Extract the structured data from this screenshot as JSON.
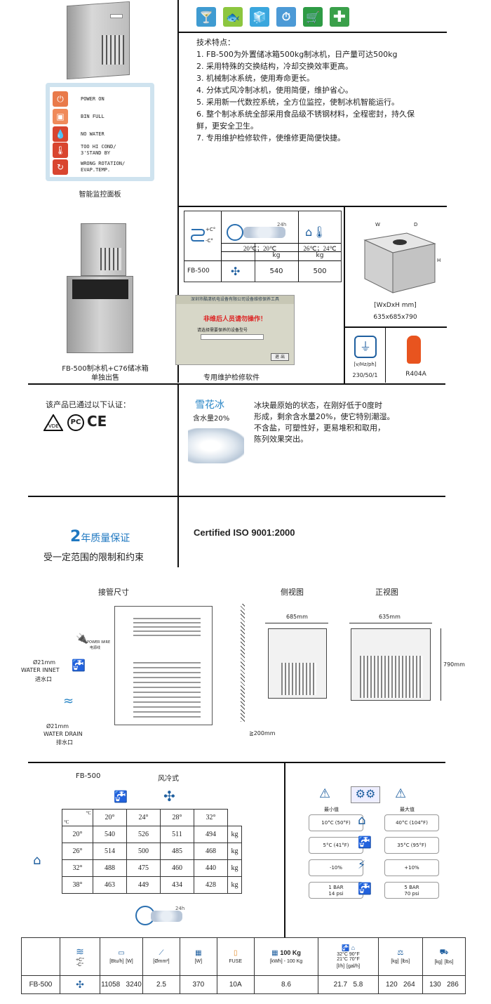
{
  "top_icons": [
    {
      "name": "cocktail-icon",
      "color": "#3f9bd1"
    },
    {
      "name": "fish-icon",
      "color": "#8cc63f"
    },
    {
      "name": "ice-bucket-icon",
      "color": "#3aa6dd"
    },
    {
      "name": "timer-icon",
      "color": "#4c9ad6"
    },
    {
      "name": "cart-icon",
      "color": "#2e9b45"
    },
    {
      "name": "medical-cross-icon",
      "color": "#3aa04a"
    }
  ],
  "features": {
    "heading": "技术特点：",
    "items": [
      "1. FB-500为外置储冰箱500kg制冰机，日产量可达500kg",
      "2. 采用特殊的交换结构，冷却交换效率更高。",
      "3. 机械制冰系统，使用寿命更长。",
      "4. 分体式风冷制冰机，使用简便，维护省心。",
      "5. 采用新一代数控系统，全方位监控，使制冰机智能运行。",
      "6. 整个制冰系统全部采用食品级不锈钢材料，全程密封，持久保",
      "鲜，更安全卫生。",
      "7. 专用维护检修软件，使维修更简便快捷。"
    ]
  },
  "panel": {
    "rows": [
      {
        "label": "POWER ON",
        "icon": "power-icon"
      },
      {
        "label": "BIN FULL",
        "icon": "bin-full-icon"
      },
      {
        "label": "NO WATER",
        "icon": "no-water-icon"
      },
      {
        "label": "TOO HI COND/",
        "label2": "3'STAND BY",
        "icon": "hot-cond-icon"
      },
      {
        "label": "WRONG ROTATION/",
        "label2": "EVAP.TEMP.",
        "icon": "rotation-icon"
      }
    ],
    "caption": "智能监控面板"
  },
  "machine_caption_1": "FB-500制冰机+C76储冰箱",
  "machine_caption_2": "单独出售",
  "spec_box": {
    "plus": "+C°",
    "minus": "-C°",
    "h24": "24h",
    "col1": "20℃；20℃",
    "col2": "26℃；24℃",
    "unit": "kg",
    "model": "FB-500",
    "v1": "540",
    "v2": "500"
  },
  "software": {
    "title": "深圳市酷漾机电设备有限公司设备维修保养工具",
    "warning": "非维后人员请勿操作！",
    "prompt": "请选择需要保养的设备型号",
    "btn": "退 出",
    "caption": "专用维护检修软件"
  },
  "dims": {
    "w": "W",
    "d": "D",
    "h": "H",
    "label": "[WxDxH mm]",
    "value": "635x685x790"
  },
  "power": {
    "label": "[v/Hz/ph]",
    "value": "230/50/1"
  },
  "refrigerant": "R404A",
  "cert": {
    "heading": "该产品已通过以下认证：",
    "ce": "CE"
  },
  "snow_ice": {
    "title": "雪花冰",
    "water": "含水量20%",
    "desc": [
      "冰块最原始的状态，在刚好低于0度时",
      "形成，剩余含水量20%，使它特别潮湿。",
      "不含盐，可塑性好，更易堆积和取用，",
      "陈列效果突出。"
    ]
  },
  "warranty": {
    "num": "2",
    "text": "年质量保证",
    "sub": "受一定范围的限制和约束"
  },
  "iso": "Certified ISO 9001:2000",
  "drawings": {
    "pipe_title": "接管尺寸",
    "side_title": "侧视图",
    "front_title": "正视图",
    "power_wire": "POWER WIRE",
    "power_wire_cn": "电源线",
    "inlet_size": "Ø21mm",
    "inlet": "WATER INNET",
    "inlet_cn": "进水口",
    "drain_size": "Ø21mm",
    "drain": "WATER DRAIN",
    "drain_cn": "排水口",
    "side_w": "685mm",
    "front_w": "635mm",
    "height": "790mm",
    "clearance": "≧200mm"
  },
  "capacity": {
    "model": "FB-500",
    "cooling": "风冷式",
    "corner_air": "°C",
    "corner_water": "°C",
    "headers": [
      "20°",
      "24°",
      "28°",
      "32°"
    ],
    "rows": [
      {
        "t": "20°",
        "v": [
          "540",
          "526",
          "511",
          "494"
        ],
        "u": "kg"
      },
      {
        "t": "26°",
        "v": [
          "514",
          "500",
          "485",
          "468"
        ],
        "u": "kg"
      },
      {
        "t": "32°",
        "v": [
          "488",
          "475",
          "460",
          "440"
        ],
        "u": "kg"
      },
      {
        "t": "38°",
        "v": [
          "463",
          "449",
          "434",
          "428"
        ],
        "u": "kg"
      }
    ],
    "h24": "24h"
  },
  "limits": {
    "min": "最小值",
    "max": "最大值",
    "rows": [
      {
        "min": "10°C (50°F)",
        "max": "40°C (104°F)",
        "icon": "room-temp-icon"
      },
      {
        "min": "5°C (41°F)",
        "max": "35°C (95°F)",
        "icon": "water-temp-icon"
      },
      {
        "min": "-10%",
        "max": "+10%",
        "icon": "voltage-icon"
      },
      {
        "min": "1 BAR",
        "min2": "14 psi",
        "max": "5 BAR",
        "max2": "70 psi",
        "icon": "water-pressure-icon"
      }
    ]
  },
  "bottom": {
    "plus": "+C°",
    "minus": "-C°",
    "btuh": "[Btu/h]",
    "w": "[W]",
    "omm": "[Ømm²]",
    "w2": "[W]",
    "fuse": "FUSE",
    "kwh": "[kWh] - 100 Kg",
    "kg100": "100 Kg",
    "lh": "[l/h]",
    "galh": "[gal/h]",
    "t32": "32°C",
    "t90": "90°F",
    "t21": "21°C",
    "t70": "70°F",
    "kg": "[kg]",
    "lbs": "[lbs]",
    "kg2": "[kg]",
    "lbs2": "[lbs]",
    "model": "FB-500",
    "btu_val": "11058",
    "w_val": "3240",
    "mm_val": "2.5",
    "w2_val": "370",
    "fuse_val": "10A",
    "kwh_val": "8.6",
    "lh_val": "21.7",
    "galh_val": "5.8",
    "kg_val": "120",
    "lbs_val": "264",
    "kg2_val": "130",
    "lbs2_val": "286"
  }
}
